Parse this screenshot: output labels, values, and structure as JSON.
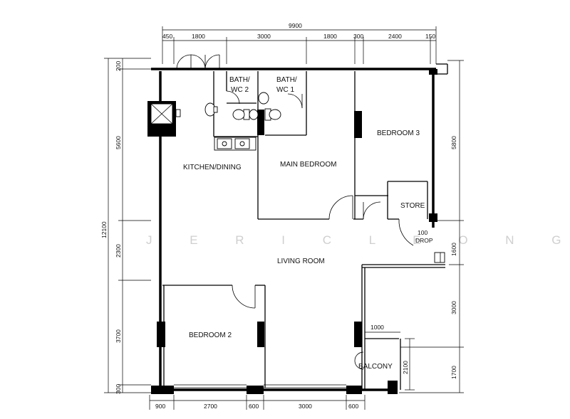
{
  "watermark": "J E R I C   L E O N G",
  "rooms": {
    "bath2": [
      "BATH/",
      "WC 2"
    ],
    "bath1": [
      "BATH/",
      "WC 1"
    ],
    "kitchen": "KITCHEN/DINING",
    "main_bedroom": "MAIN BEDROOM",
    "bedroom3": "BEDROOM 3",
    "store": "STORE",
    "refuse": [
      "100",
      "DROP"
    ],
    "living": "LIVING ROOM",
    "bedroom2": "BEDROOM 2",
    "balcony": "BALCONY"
  },
  "dimensions": {
    "overall_width": "9900",
    "top": [
      "450",
      "1800",
      "3000",
      "1800",
      "300",
      "2400",
      "150"
    ],
    "bottom": [
      "900",
      "2700",
      "600",
      "3000",
      "600"
    ],
    "left_overall": "12100",
    "left": [
      "200",
      "5600",
      "2300",
      "3700",
      "300"
    ],
    "right": [
      "5800",
      "1600",
      "3000",
      "1700"
    ],
    "inner_balcony_width": "1000",
    "inner_balcony_depth": "2100"
  }
}
